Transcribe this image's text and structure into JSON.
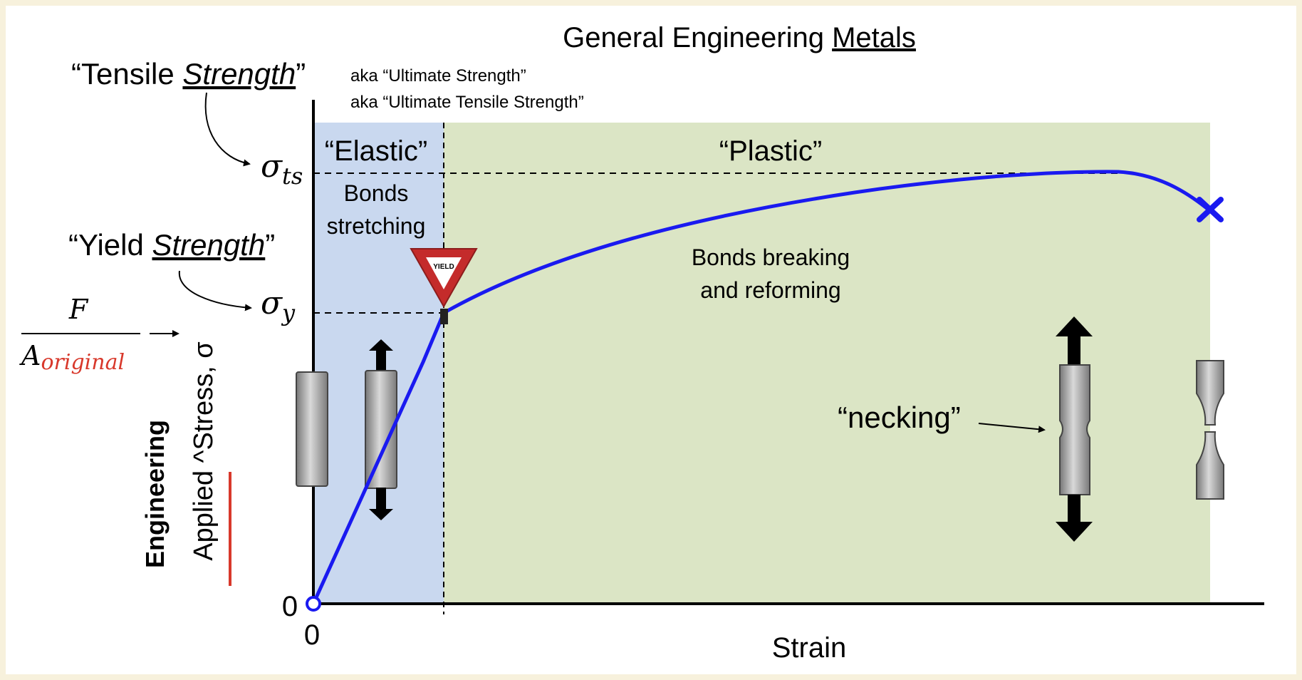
{
  "title": {
    "prefix": "General Engineering ",
    "underlined": "Metals"
  },
  "tensile": {
    "label_open": "“Tensile ",
    "label_em": "Strength",
    "label_close": "”",
    "aka1": "aka “Ultimate Strength”",
    "aka2": "aka “Ultimate Tensile Strength”"
  },
  "yield": {
    "label_open": "“Yield ",
    "label_em": "Strength",
    "label_close": "”",
    "sign_text": "YIELD"
  },
  "symbols": {
    "sigma": "σ",
    "ts_sub": "ts",
    "y_sub": "y"
  },
  "formula": {
    "numerator": "F",
    "denominator_base": "A",
    "denominator_sub": "original"
  },
  "y_axis": {
    "line1": "Engineering",
    "line2": "Applied ^Stress, σ"
  },
  "x_axis": {
    "label": "Strain",
    "origin_x": "0",
    "origin_y": "0"
  },
  "regions": {
    "elastic": {
      "title": "“Elastic”",
      "desc1": "Bonds",
      "desc2": "stretching",
      "color": "#c9d8ef"
    },
    "plastic": {
      "title": "“Plastic”",
      "desc1": "Bonds breaking",
      "desc2": "and reforming",
      "color": "#dbe5c5"
    }
  },
  "necking_label": "“necking”",
  "colors": {
    "curve": "#1a1af0",
    "accent_red": "#d8382b",
    "specimen": "#a8a8a8",
    "background": "#f7f1dc"
  }
}
